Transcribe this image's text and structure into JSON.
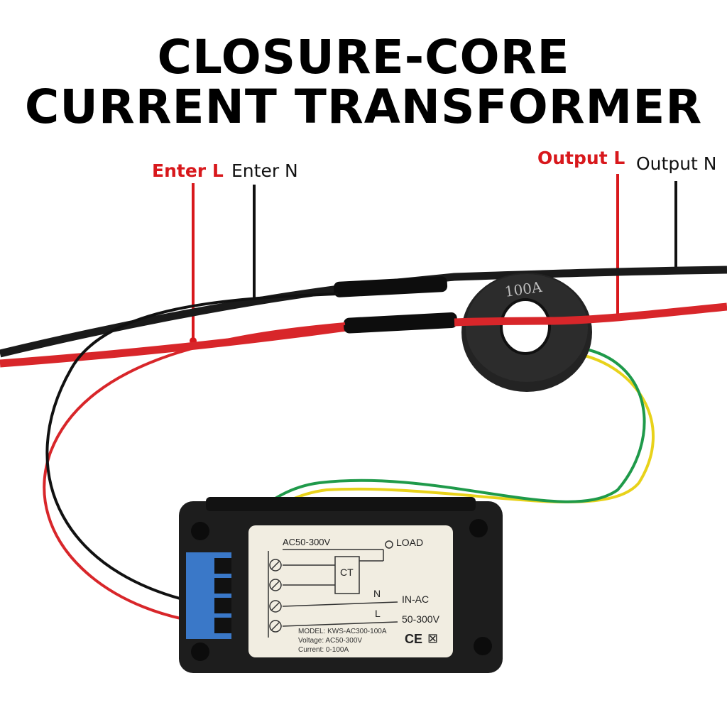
{
  "title": {
    "line1": "CLOSURE-CORE",
    "line2": "CURRENT TRANSFORMER"
  },
  "labels": {
    "enter_l": "Enter L",
    "enter_n": "Enter N",
    "output_l": "Output L",
    "output_n": "Output N"
  },
  "ct_ring": {
    "rating": "100A"
  },
  "module": {
    "supply": "AC50-300V",
    "load": "LOAD",
    "ct": "CT",
    "n": "N",
    "l": "L",
    "in_ac": "IN-AC",
    "range": "50-300V",
    "model": "MODEL: KWS-AC300-100A",
    "voltage": "Voltage: AC50-300V",
    "current": "Current: 0-100A",
    "ce": "CE"
  },
  "colors": {
    "live_wire": "#d8262a",
    "neutral_wire": "#1a1a1a",
    "label_red": "#d8181c",
    "ring": "#1c1c1c",
    "label_plate": "#f1ede1",
    "terminal_blue": "#3a78c8",
    "ct_green": "#1f9a4a",
    "ct_yellow": "#e8d21a"
  }
}
